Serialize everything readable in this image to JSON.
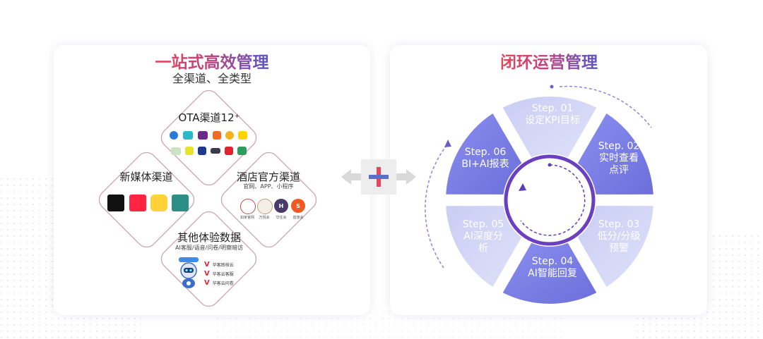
{
  "left": {
    "title": "一站式高效管理",
    "subtitle": "全渠道、全类型",
    "ota": {
      "title": "OTA渠道12⁺"
    },
    "new_media": {
      "title": "新媒体渠道"
    },
    "hotel": {
      "title": "酒店官方渠道",
      "subtitle": "官网、APP、小程序",
      "logos": [
        "如家官网",
        "万悦会",
        "华住会",
        "首旅会"
      ]
    },
    "other": {
      "title": "其他体验数据",
      "subtitle": "AI客服/语音/问卷/明察暗访",
      "items": [
        "华客践核云",
        "华客云客服",
        "华客云问卷"
      ]
    }
  },
  "right": {
    "title": "闭环运营管理",
    "steps": [
      {
        "num": "Step. 01",
        "text": [
          "设定KPI目标"
        ]
      },
      {
        "num": "Step. 02",
        "text": [
          "实时查看",
          "点评"
        ]
      },
      {
        "num": "Step. 03",
        "text": [
          "低分/分级",
          "预警"
        ]
      },
      {
        "num": "Step. 04",
        "text": [
          "AI智能回复"
        ]
      },
      {
        "num": "Step. 05",
        "text": [
          "AI深度分",
          "析"
        ]
      },
      {
        "num": "Step. 06",
        "text": [
          "BI+AI报表"
        ]
      }
    ]
  },
  "colors": {
    "accent_red": "#e8455a",
    "accent_blue": "#5a55c8",
    "diamond_border": "#caa4b4"
  }
}
